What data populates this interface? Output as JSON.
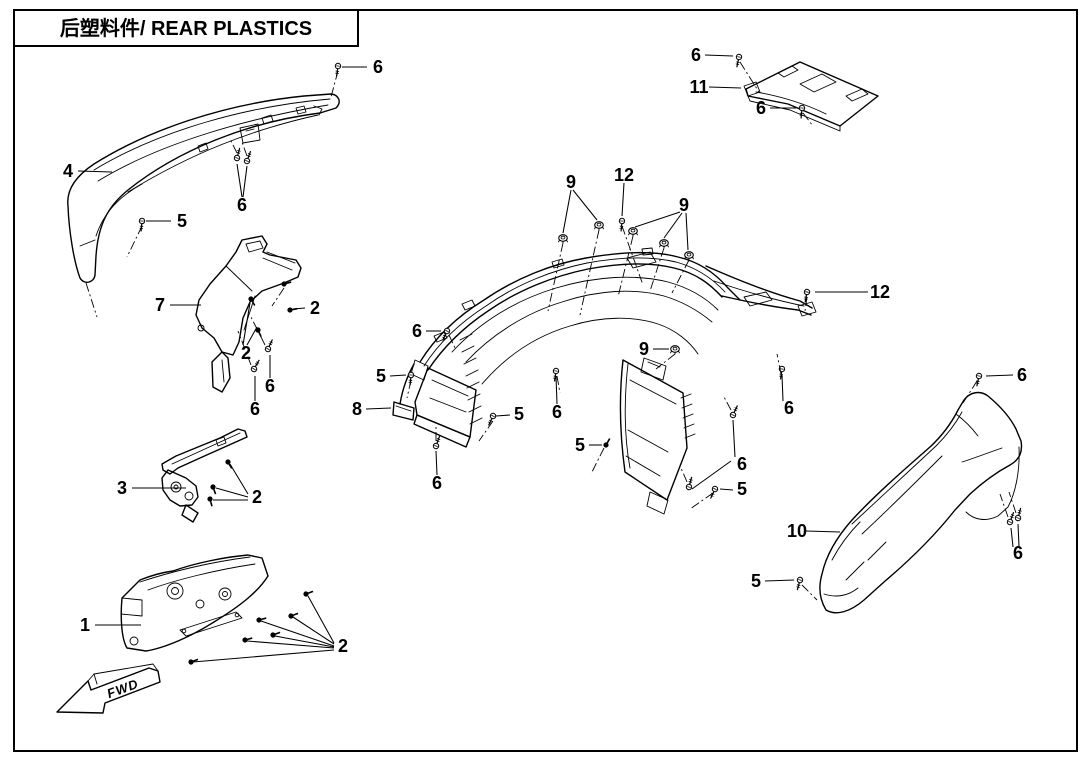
{
  "page": {
    "title": "后塑料件/ REAR PLASTICS",
    "background": "#ffffff",
    "line_color": "#000000"
  },
  "fwd_arrow": {
    "label": "FWD"
  },
  "part_numbers_shown": [
    "1",
    "2",
    "3",
    "4",
    "5",
    "6",
    "7",
    "8",
    "9",
    "10",
    "11",
    "12"
  ],
  "fastener_icons": {
    "screw": "screw-icon",
    "flange_nut": "flange-nut-icon",
    "push-rivet": "rivet-icon"
  },
  "callouts": [
    {
      "label": "6"
    },
    {
      "label": "4"
    },
    {
      "label": "5"
    },
    {
      "label": "6"
    },
    {
      "label": "7"
    },
    {
      "label": "2"
    },
    {
      "label": "2"
    },
    {
      "label": "6"
    },
    {
      "label": "6"
    },
    {
      "label": "3"
    },
    {
      "label": "2"
    },
    {
      "label": "1"
    },
    {
      "label": "2"
    },
    {
      "label": "9"
    },
    {
      "label": "12"
    },
    {
      "label": "9"
    },
    {
      "label": "12"
    },
    {
      "label": "6"
    },
    {
      "label": "5"
    },
    {
      "label": "8"
    },
    {
      "label": "5"
    },
    {
      "label": "6"
    },
    {
      "label": "6"
    },
    {
      "label": "9"
    },
    {
      "label": "5"
    },
    {
      "label": "6"
    },
    {
      "label": "5"
    },
    {
      "label": "6"
    },
    {
      "label": "6"
    },
    {
      "label": "11"
    },
    {
      "label": "6"
    },
    {
      "label": "6"
    },
    {
      "label": "10"
    },
    {
      "label": "6"
    },
    {
      "label": "5"
    }
  ]
}
